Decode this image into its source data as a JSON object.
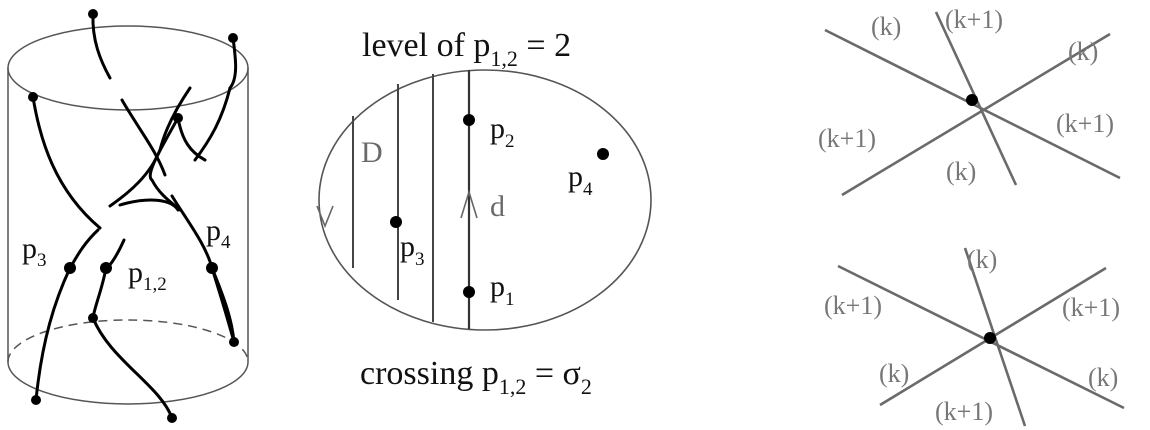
{
  "cylinder": {
    "labels": {
      "p3": {
        "base": "p",
        "sub": "3"
      },
      "p12": {
        "base": "p",
        "sub": "1,2"
      },
      "p4": {
        "base": "p",
        "sub": "4"
      }
    }
  },
  "disk": {
    "level_caption": {
      "prefix": "level of ",
      "base": "p",
      "sub": "1,2",
      "suffix": " = 2"
    },
    "crossing_caption": {
      "prefix": "crossing ",
      "base": "p",
      "sub": "1,2",
      "eq": " = ",
      "sigma": "σ",
      "sigma_sub": "2"
    },
    "labels": {
      "D": "D",
      "d": "d",
      "p1": {
        "base": "p",
        "sub": "1"
      },
      "p2": {
        "base": "p",
        "sub": "2"
      },
      "p3": {
        "base": "p",
        "sub": "3"
      },
      "p4": {
        "base": "p",
        "sub": "4"
      }
    }
  },
  "crossing_top": {
    "levels": {
      "upper_left": "(k)",
      "top": "(k+1)",
      "upper_right": "(k)",
      "left": "(k+1)",
      "right": "(k+1)",
      "bottom": "(k)"
    }
  },
  "crossing_bottom": {
    "levels": {
      "top": "(k)",
      "left": "(k+1)",
      "right": "(k+1)",
      "lower_left": "(k)",
      "lower_right": "(k)",
      "bottom": "(k+1)"
    }
  }
}
